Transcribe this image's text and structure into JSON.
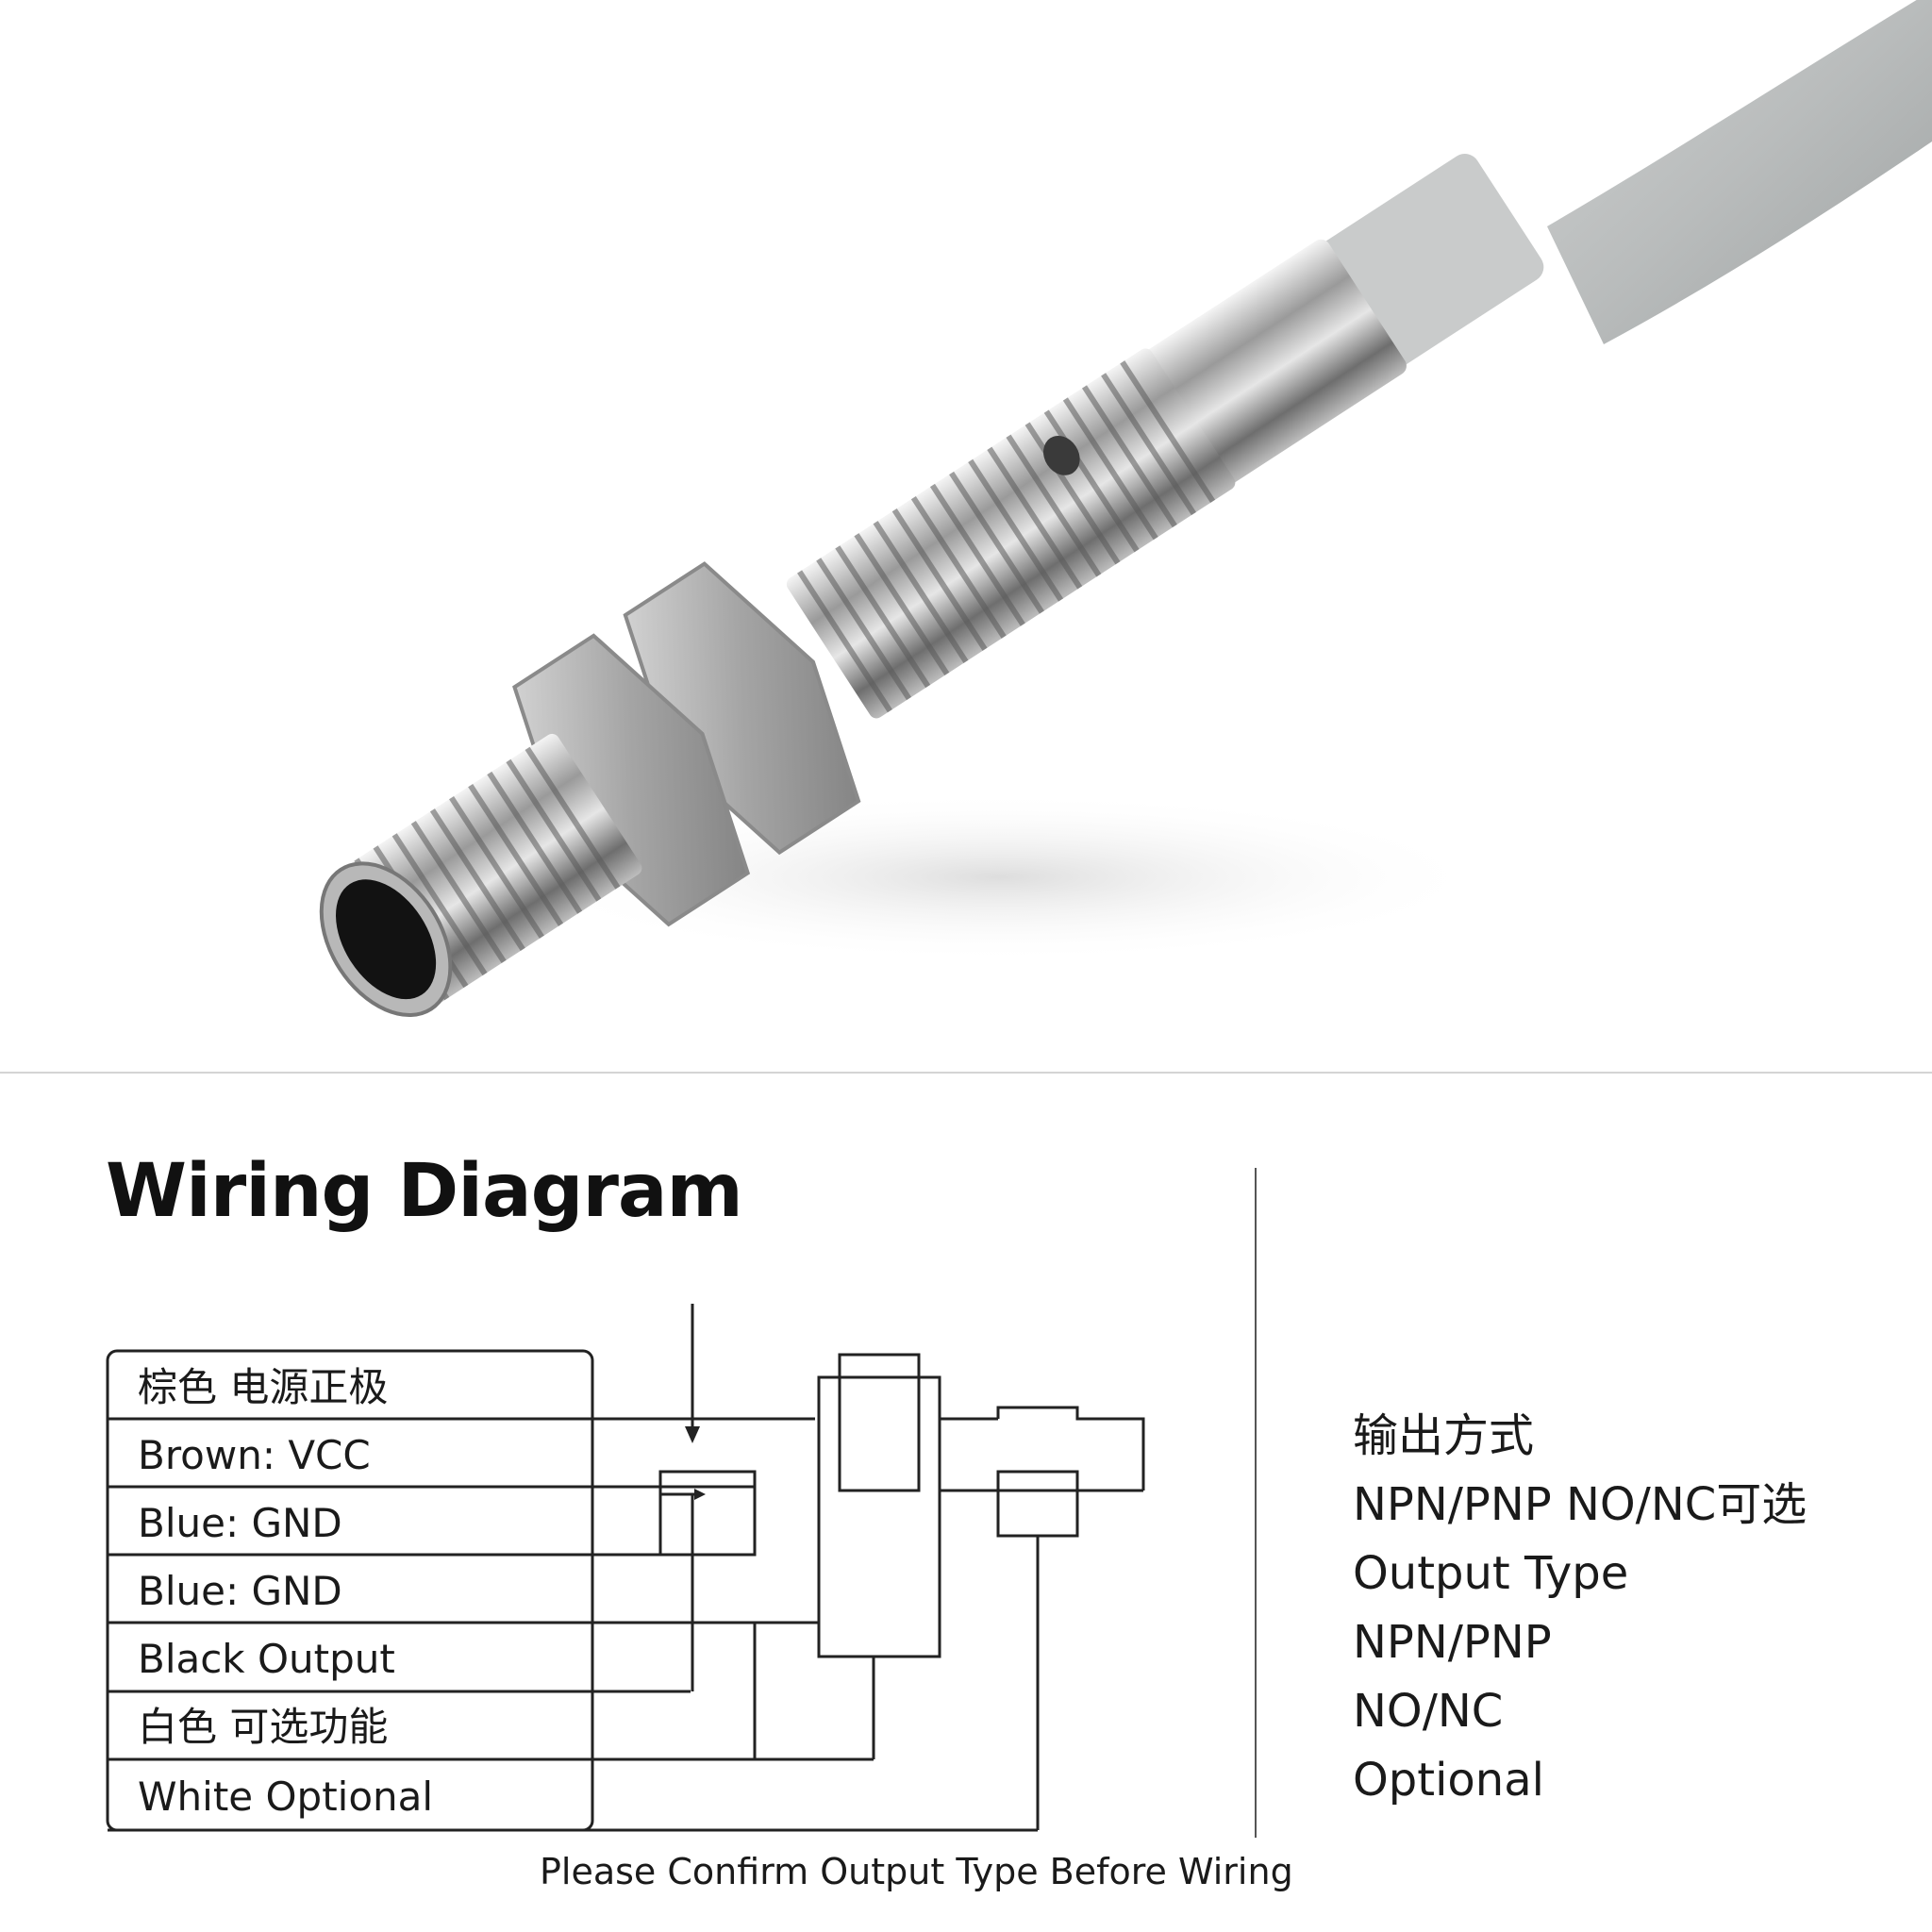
{
  "diagram": {
    "title": "Wiring Diagram",
    "wire_labels": [
      "棕色  电源正极",
      "Brown: VCC",
      "Blue: GND",
      "Blue: GND",
      "Black Output",
      "白色  可选功能",
      "White Optional"
    ],
    "note": "Please Confirm Output Type Before Wiring"
  },
  "output_panel": {
    "lines": [
      "输出方式",
      "NPN/PNP NO/NC可选",
      "Output Type",
      "NPN/PNP",
      "NO/NC",
      "Optional"
    ]
  }
}
